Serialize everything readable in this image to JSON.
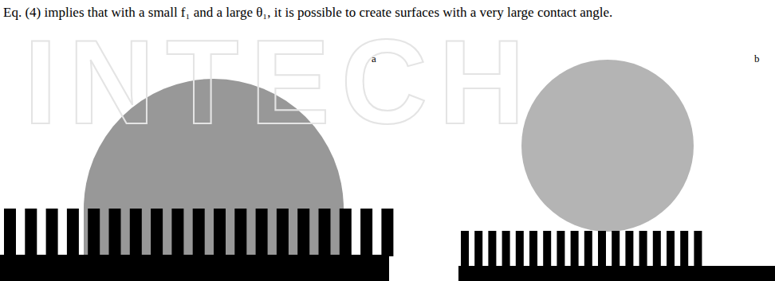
{
  "diagram": {
    "labels": [
      "INTECH",
      "Eq. (4) implies that with a small f₁ and a large θ₁, it is possible to create surfaces with a very large contact angle.",
      "a",
      "b"
    ]
  }
}
